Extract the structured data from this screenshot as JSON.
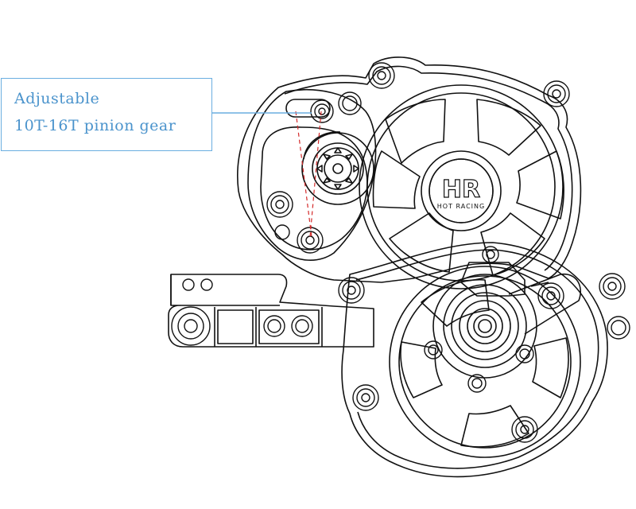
{
  "callout": {
    "line1": "Adjustable",
    "line2": "10T-16T pinion gear",
    "color": "#4a93cc"
  },
  "logo": {
    "mark": "HR",
    "tagline": "HOT RACING"
  },
  "colors": {
    "outline": "#111111",
    "accent_line": "#d42a2a",
    "callout_border": "#6aaee0"
  }
}
